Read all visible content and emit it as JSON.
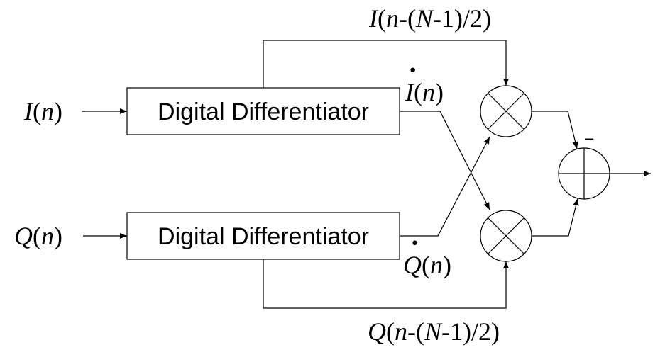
{
  "diagram": {
    "blocks": {
      "top_differentiator": "Digital Differentiator",
      "bottom_differentiator": "Digital Differentiator"
    },
    "labels": {
      "input_i": {
        "sym": "I",
        "l": "(",
        "n": "n",
        "r": ")"
      },
      "input_q": {
        "sym": "Q",
        "l": "(",
        "n": "n",
        "r": ")"
      },
      "i_dot": {
        "sym": "I",
        "l": "(",
        "n": "n",
        "r": ")",
        "dot": "·"
      },
      "q_dot": {
        "sym": "Q",
        "l": "(",
        "n": "n",
        "r": ")",
        "dot": "·"
      },
      "i_delayed": {
        "sym": "I",
        "p1": "(",
        "n": "n",
        "p2": "-(",
        "N": "N",
        "p3": "-1)/2)"
      },
      "q_delayed": {
        "sym": "Q",
        "p1": "(",
        "n": "n",
        "p2": "-(",
        "N": "N",
        "p3": "-1)/2)"
      },
      "minus_sign": "–"
    },
    "colors": {
      "stroke": "#000000",
      "background": "#ffffff"
    }
  }
}
